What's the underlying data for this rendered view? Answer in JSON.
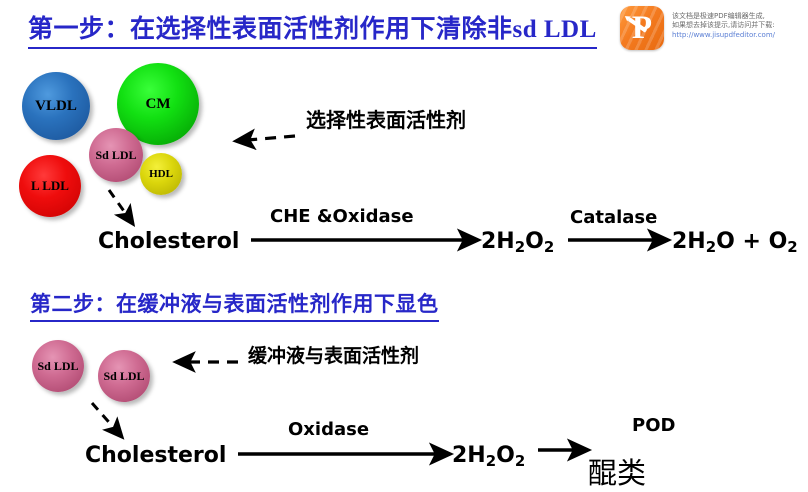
{
  "watermark": {
    "logo_letter": "P",
    "line1": "该文档是极速PDF编辑器生成,",
    "line2": "如果想去掉该提示,请访问并下载:",
    "link": "http://www.jisupdfeditor.com/",
    "brand_color": "#f47b20",
    "link_color": "#5b7fd4"
  },
  "steps": [
    {
      "title": "第一步：在选择性表面活性剂作用下清除非sd LDL",
      "title_color": "#2727c8",
      "reagent_note": "选择性表面活性剂",
      "particles": [
        {
          "label": "VLDL",
          "color": "#1f5fa8",
          "highlight": "#3e8fd6"
        },
        {
          "label": "CM",
          "color": "#00a000",
          "highlight": "#2ef02e"
        },
        {
          "label": "Sd LDL",
          "color": "#b0486f",
          "highlight": "#e08aae"
        },
        {
          "label": "L LDL",
          "color": "#e00000",
          "highlight": "#ff2b2b"
        },
        {
          "label": "HDL",
          "color": "#c9c400",
          "highlight": "#eeea22"
        }
      ],
      "reaction": {
        "substrate": "Cholesterol",
        "enzyme1": "CHE &Oxidase",
        "intermediate": "2H2O2",
        "intermediate_parts": {
          "pre": "2H",
          "sub1": "2",
          "mid": "O",
          "sub2": "2"
        },
        "enzyme2": "Catalase",
        "product_parts": {
          "pre": "2H",
          "sub1": "2",
          "mid": "O + O",
          "sub2": "2"
        }
      }
    },
    {
      "title": "第二步：在缓冲液与表面活性剂作用下显色",
      "title_color": "#2727c8",
      "reagent_note": "缓冲液与表面活性剂",
      "particles": [
        {
          "label": "Sd LDL",
          "color": "#b0486f",
          "highlight": "#e08aae"
        },
        {
          "label": "Sd LDL",
          "color": "#b0486f",
          "highlight": "#e08aae"
        }
      ],
      "reaction": {
        "substrate": "Cholesterol",
        "enzyme1": "Oxidase",
        "intermediate_parts": {
          "pre": "2H",
          "sub1": "2",
          "mid": "O",
          "sub2": "2"
        },
        "enzyme2": "POD",
        "product": "醌类"
      }
    }
  ]
}
